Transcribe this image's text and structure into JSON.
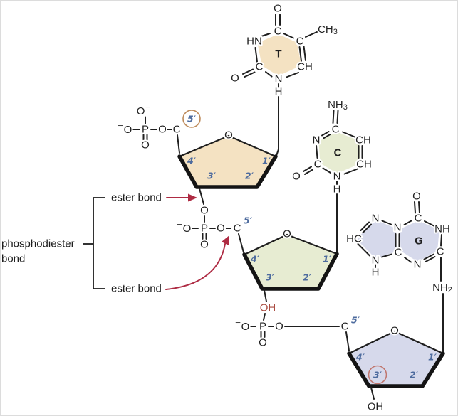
{
  "left_panel": {
    "phosphodiester_line1": "phosphodiester",
    "phosphodiester_line2": "bond",
    "ester_top": "ester bond",
    "ester_bottom": "ester bond"
  },
  "thymine": {
    "letter": "T",
    "o_top": "O",
    "c_top": "C",
    "c_methyl": "C",
    "methyl": "CH",
    "methyl_sub": "3",
    "hn_left": "HN",
    "c_left": "C",
    "o_left": "O",
    "ch_right": "CH",
    "n_bottom": "N",
    "h_bottom": "H"
  },
  "cytosine": {
    "letter": "C",
    "amine": "NH",
    "amine_sub": "3",
    "c_top": "C",
    "n_left": "N",
    "ch_top_right": "CH",
    "c_bottom_left": "C",
    "o_left": "O",
    "ch_bottom_right": "CH",
    "n_bottom": "N",
    "h_bottom": "H"
  },
  "guanine": {
    "letter": "G",
    "o_top": "O",
    "c_top": "C",
    "n_junction_top": "N",
    "nh_right": "NH",
    "c_right": "C",
    "n_bottom": "N",
    "c_junction_bottom": "C",
    "n_five_top": "N",
    "hc_left": "HC",
    "n_five_bottom": "N",
    "h_five": "H",
    "amine": "NH",
    "amine_sub": "2"
  },
  "sugar_top": {
    "o": "O",
    "c5": "5′",
    "c4": "4′",
    "c3": "3′",
    "c2": "2′",
    "c1": "1′"
  },
  "sugar_middle": {
    "o": "O",
    "c5": "5′",
    "c4": "4′",
    "c3": "3′",
    "c2": "2′",
    "c1": "1′",
    "oh": "OH"
  },
  "sugar_bottom": {
    "o": "O",
    "c5": "5′",
    "c4": "4′",
    "c3": "3′",
    "c2": "2′",
    "c1": "1′",
    "oh": "OH"
  },
  "phosphate_top": {
    "o_up": "O",
    "o_up_sign": "−",
    "o_left_sign": "−",
    "o_left": "O",
    "p": "P",
    "o_right": "O",
    "c": "C",
    "o_down": "O"
  },
  "phosphate_middle": {
    "o_up": "O",
    "o_left_sign": "−",
    "o_left": "O",
    "p": "P",
    "o_right": "O",
    "c": "C",
    "o_down": "O"
  },
  "phosphate_bottom": {
    "o_left_sign": "−",
    "o_left": "O",
    "p": "P",
    "o_right": "O",
    "c": "C",
    "o_down": "O"
  },
  "colors": {
    "sugar_fill_top": "#f4e2c2",
    "sugar_fill_middle": "#e7ecd2",
    "sugar_fill_bottom": "#d6d9eb",
    "thymine_fill": "#f4e2c2",
    "cytosine_fill": "#e7ecd2",
    "guanine_fill": "#d6d9eb",
    "bond_black": "#1f1f1f",
    "prime_blue": "#4d6b9e",
    "arrow_red": "#ae2b43",
    "oh_red": "#a94a3f",
    "circle_5prime_tan": "#bd8a5a",
    "circle_3prime_red": "#c0776f"
  }
}
